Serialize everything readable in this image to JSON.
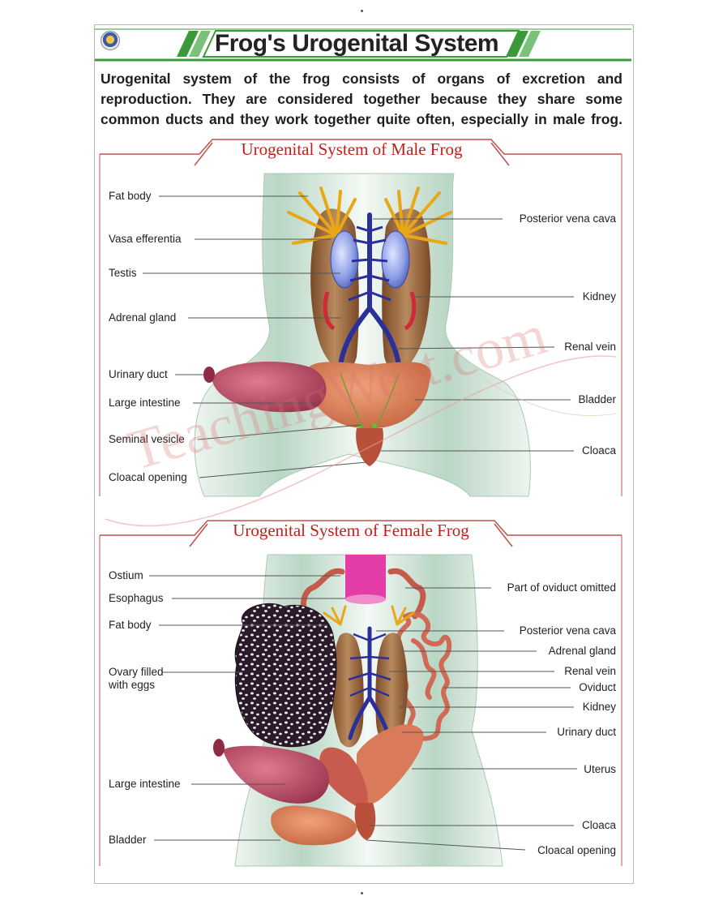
{
  "title": "Frog's Urogenital System",
  "intro": "Urogenital system of the frog consists of organs of excretion and reproduction. They are considered together because they share some common ducts and they work together quite often, especially in male frog.",
  "male": {
    "title": "Urogenital System of Male Frog",
    "labels_left": [
      "Fat body",
      "Vasa efferentia",
      "Testis",
      "Adrenal gland",
      "Urinary duct",
      "Large intestine",
      "Seminal vesicle",
      "Cloacal opening"
    ],
    "labels_right": [
      "Posterior vena cava",
      "Kidney",
      "Renal vein",
      "Bladder",
      "Cloaca"
    ]
  },
  "female": {
    "title": "Urogenital System of Female Frog",
    "labels_left": [
      "Ostium",
      "Esophagus",
      "Fat body",
      "Ovary filled\nwith eggs",
      "Large intestine",
      "Bladder"
    ],
    "labels_right": [
      "Part of oviduct omitted",
      "Posterior vena cava",
      "Adrenal gland",
      "Renal vein",
      "Oviduct",
      "Kidney",
      "Urinary duct",
      "Uterus",
      "Cloaca",
      "Cloacal opening"
    ]
  },
  "watermark": "TeachingWest.com",
  "colors": {
    "title_green": "#3a9a3a",
    "panel_red": "#c0201a",
    "body_green": "#cfe3d6",
    "vein_blue": "#2a2f9a",
    "testis_blue": "#8b9be8",
    "fat_yellow": "#f2b51c",
    "intestine_pink": "#b5445e",
    "bladder_orange": "#d9805a"
  }
}
